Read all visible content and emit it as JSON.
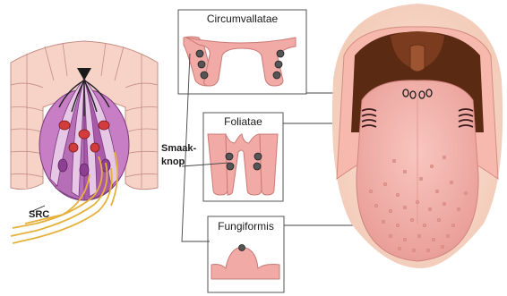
{
  "panels": {
    "circumvallatae": "Circumvallatae",
    "foliatae": "Foliatae",
    "fungiformis": "Fungiformis"
  },
  "labels": {
    "smaakknop_line1": "Smaak-",
    "smaakknop_line2": "knop",
    "src": "SRC"
  },
  "colors": {
    "tongue": "#f2b3ad",
    "tongue_dark": "#e79a94",
    "papilla_fill": "#f1aaa5",
    "bud_purple": "#9c4fa4",
    "nerve": "#e5b13b",
    "mouth_dark": "#5b2a13",
    "lip": "#f7d7c6"
  }
}
